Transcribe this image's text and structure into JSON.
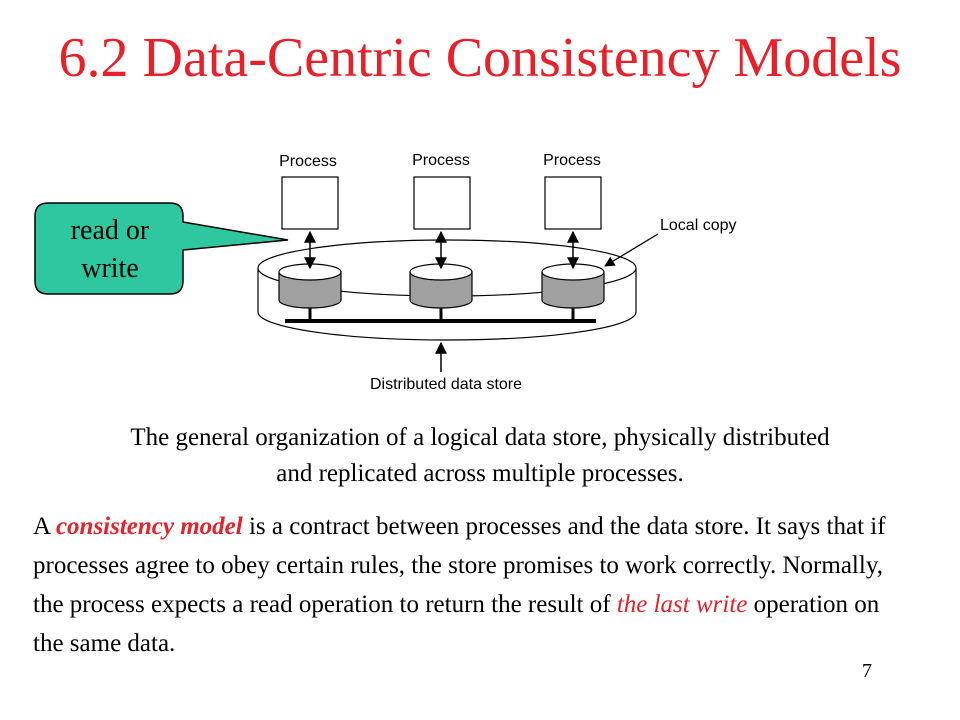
{
  "slide": {
    "title": "6.2 Data-Centric Consistency Models",
    "page_number": "7"
  },
  "diagram": {
    "process_labels": [
      "Process",
      "Process",
      "Process"
    ],
    "local_copy_label": "Local copy",
    "store_label": "Distributed data store",
    "callout": {
      "line1": "read or",
      "line2": "write",
      "fill_color": "#2ec7a0"
    }
  },
  "caption": {
    "line1": "The general organization of a logical data store, physically distributed",
    "line2": "and replicated across multiple processes."
  },
  "body": {
    "part1": "A ",
    "term": "consistency model",
    "part2": " is a contract between processes and the data store. It says that if processes agree to obey certain rules, the store promises to work correctly. Normally, the process expects a read operation to return the result of ",
    "emphasis": "the last write",
    "part3": " operation on the same data."
  },
  "colors": {
    "title": "#e8202a",
    "accent": "#e8202a",
    "callout": "#2ec7a0"
  }
}
